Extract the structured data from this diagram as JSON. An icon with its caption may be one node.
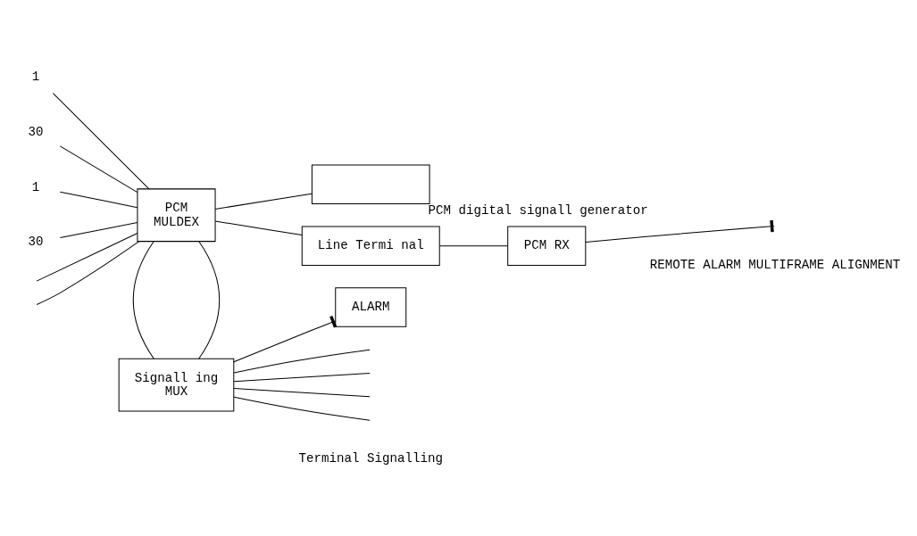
{
  "diagram": {
    "nodes": [
      {
        "text": [
          "1"
        ]
      },
      {
        "text": [
          "30"
        ]
      },
      {
        "text": [
          "1"
        ]
      },
      {
        "text": [
          "30"
        ]
      },
      {
        "text": [
          "PCM",
          "MULDEX"
        ]
      },
      {
        "text": [],
        "shape": "box",
        "beside": [
          "PCM digital signall generator"
        ]
      },
      {
        "text": [
          "Line Termi nal"
        ]
      },
      {
        "text": [
          "PCM RX"
        ]
      },
      {
        "text": [
          "Signall ing",
          "MUX"
        ]
      },
      {
        "text": [
          "ALARM"
        ]
      }
    ],
    "edges": [
      {
        "from": 0,
        "to": 4,
        "arrow": "none"
      },
      {
        "from": null,
        "to": 4,
        "arrow": "none"
      },
      {
        "from": 1,
        "to": 4,
        "arrow": "none"
      },
      {
        "from": 2,
        "to": 4,
        "arrow": "none"
      },
      {
        "from": null,
        "to": 4,
        "arrow": "none"
      },
      {
        "from": 3,
        "to": 4,
        "arrow": "none"
      },
      {
        "from": 4,
        "to": 5,
        "arrow": "none"
      },
      {
        "from": 4,
        "to": 6,
        "arrow": "none"
      },
      {
        "from": 6,
        "to": 7,
        "arrow": "none"
      },
      {
        "from": 4,
        "to": 8,
        "arrow": "none"
      },
      {
        "from": 4,
        "to": 8,
        "arrow": "none"
      },
      {
        "from": 8,
        "to": 9,
        "arrow": "other"
      },
      {
        "from": 7,
        "to": null,
        "arrow": "other"
      },
      {
        "from": 8,
        "to": null,
        "arrow": "none"
      },
      {
        "from": 8,
        "to": null,
        "arrow": "none"
      },
      {
        "from": 8,
        "to": null,
        "arrow": "none"
      },
      {
        "from": 8,
        "to": null,
        "arrow": "none"
      }
    ],
    "labels": [
      "REMOTE ALARM MULTIFRAME ALIGNMENT",
      "Terminal Signalling"
    ]
  }
}
